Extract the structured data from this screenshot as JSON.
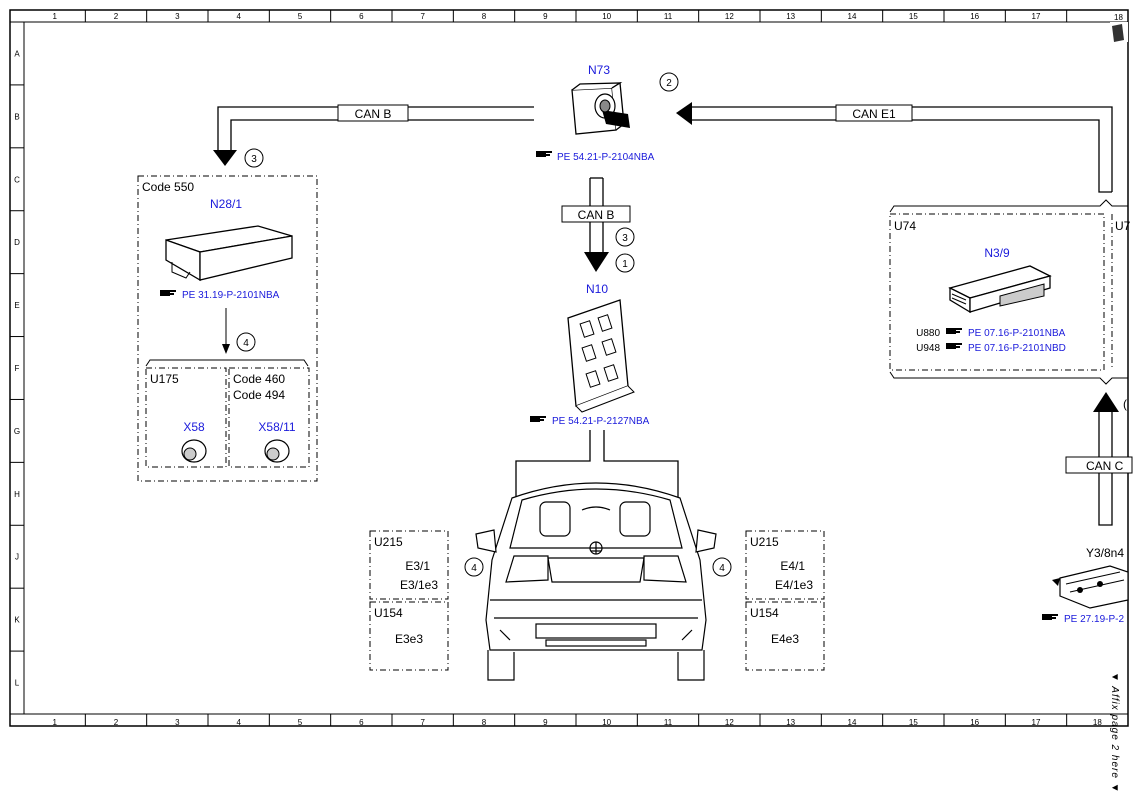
{
  "grid": {
    "columns": [
      "1",
      "2",
      "3",
      "4",
      "5",
      "6",
      "7",
      "8",
      "9",
      "10",
      "11",
      "12",
      "13",
      "14",
      "15",
      "16",
      "17",
      "18"
    ],
    "rows": [
      "A",
      "B",
      "C",
      "D",
      "E",
      "F",
      "G",
      "H",
      "J",
      "K",
      "L"
    ]
  },
  "connections": {
    "can_b_left": "CAN B",
    "can_b_down": "CAN B",
    "can_e1": "CAN E1",
    "can_c": "CAN C"
  },
  "markers": {
    "m_top": "2",
    "m_left": "3",
    "m_center_a": "3",
    "m_center_b": "1",
    "m_left_arrow": "4",
    "m_car_left": "4",
    "m_car_right": "4",
    "m_cut": "("
  },
  "n73": {
    "id": "N73",
    "ref": "PE 54.21-P-2104NBA"
  },
  "code550": {
    "code": "Code 550",
    "component": "N28/1",
    "ref": "PE 31.19-P-2101NBA",
    "u175": "U175",
    "x58": "X58",
    "code460": "Code 460",
    "code494": "Code 494",
    "x58_11": "X58/11"
  },
  "n10": {
    "id": "N10",
    "ref": "PE 54.21-P-2127NBA"
  },
  "u74": {
    "label": "U74",
    "label_cut": "U7",
    "component": "N3/9",
    "rows": [
      {
        "code": "U880",
        "ref": "PE 07.16-P-2101NBA"
      },
      {
        "code": "U948",
        "ref": "PE 07.16-P-2101NBD"
      }
    ]
  },
  "left_lamps": {
    "u215": "U215",
    "e31": "E3/1",
    "e31e3": "E3/1e3",
    "u154": "U154",
    "e3e3": "E3e3"
  },
  "right_lamps": {
    "u215": "U215",
    "e41": "E4/1",
    "e41e3": "E4/1e3",
    "u154": "U154",
    "e4e3": "E4e3"
  },
  "y3": {
    "id": "Y3/8n4",
    "ref": "PE 27.19-P-2"
  },
  "side_note": "▼ Affix page 2 here ▼",
  "corner_number": "18",
  "ref_icon": "pointing-hand-icon",
  "colors": {
    "link_blue": "#1a1adb",
    "line": "#000000"
  }
}
